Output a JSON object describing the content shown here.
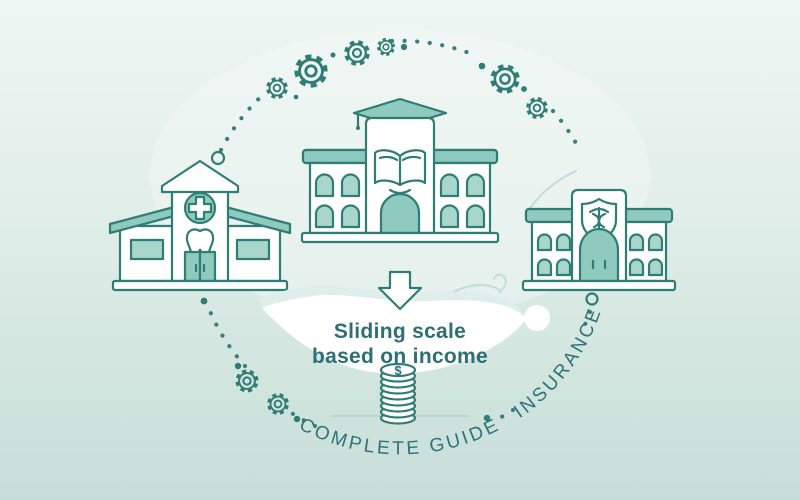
{
  "banner": {
    "line1": "Sliding scale",
    "line2": "based on income"
  },
  "curved_text": {
    "bottom": "COMPLETE GUIDE",
    "right": "INSURANCE"
  },
  "coins": {
    "symbol": "$"
  },
  "icons": {
    "left_building": "dental-clinic-with-cross-and-tooth",
    "center_building": "school-with-graduation-cap-and-open-book",
    "right_building": "medical-building-with-caduceus-shield",
    "decorations": [
      "gear-icon",
      "dotted-circle",
      "ring-dot",
      "down-arrow-icon",
      "coin-stack-icon",
      "banner-cloud"
    ]
  },
  "colors": {
    "background_top": "#eef6f3",
    "background_bottom": "#c7ded8",
    "outline": "#2f7d74",
    "fill_teal": "#8ecabd",
    "fill_teal_light": "#a9d6cb",
    "text": "#2e6e75",
    "cloud_white": "#ffffff",
    "cloud_underlay": "#dfeeea"
  }
}
